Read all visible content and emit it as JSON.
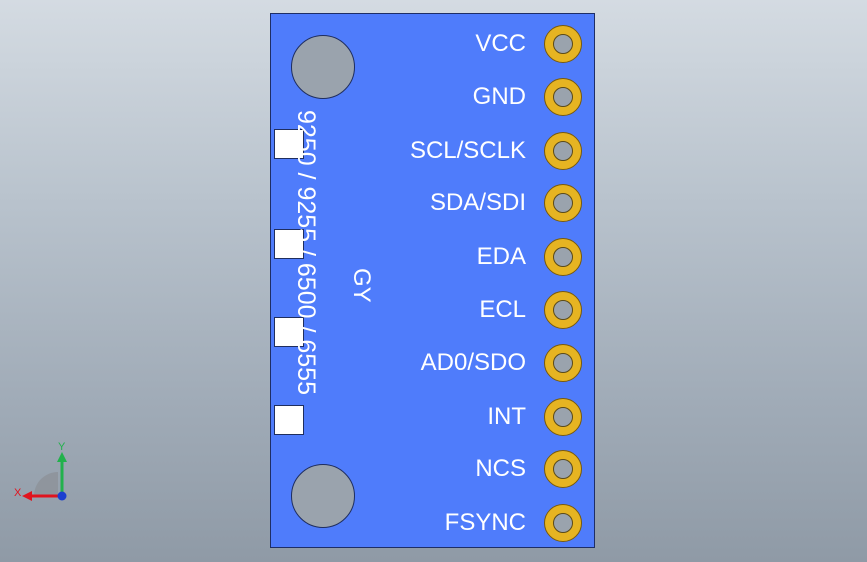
{
  "board": {
    "model_text": "9250 / 9255 / 6500 / 6555",
    "brand_text": "GY",
    "pins": [
      {
        "label": "VCC"
      },
      {
        "label": "GND"
      },
      {
        "label": "SCL/SCLK"
      },
      {
        "label": "SDA/SDI"
      },
      {
        "label": "EDA"
      },
      {
        "label": "ECL"
      },
      {
        "label": "AD0/SDO"
      },
      {
        "label": "INT"
      },
      {
        "label": "NCS"
      },
      {
        "label": "FSYNC"
      }
    ]
  },
  "triad": {
    "x_label": "X",
    "y_label": "Y"
  },
  "colors": {
    "board": "#4f7cfb",
    "pin_ring": "#e6b422",
    "hole": "#9aa3ad",
    "pad": "#ffffff"
  }
}
